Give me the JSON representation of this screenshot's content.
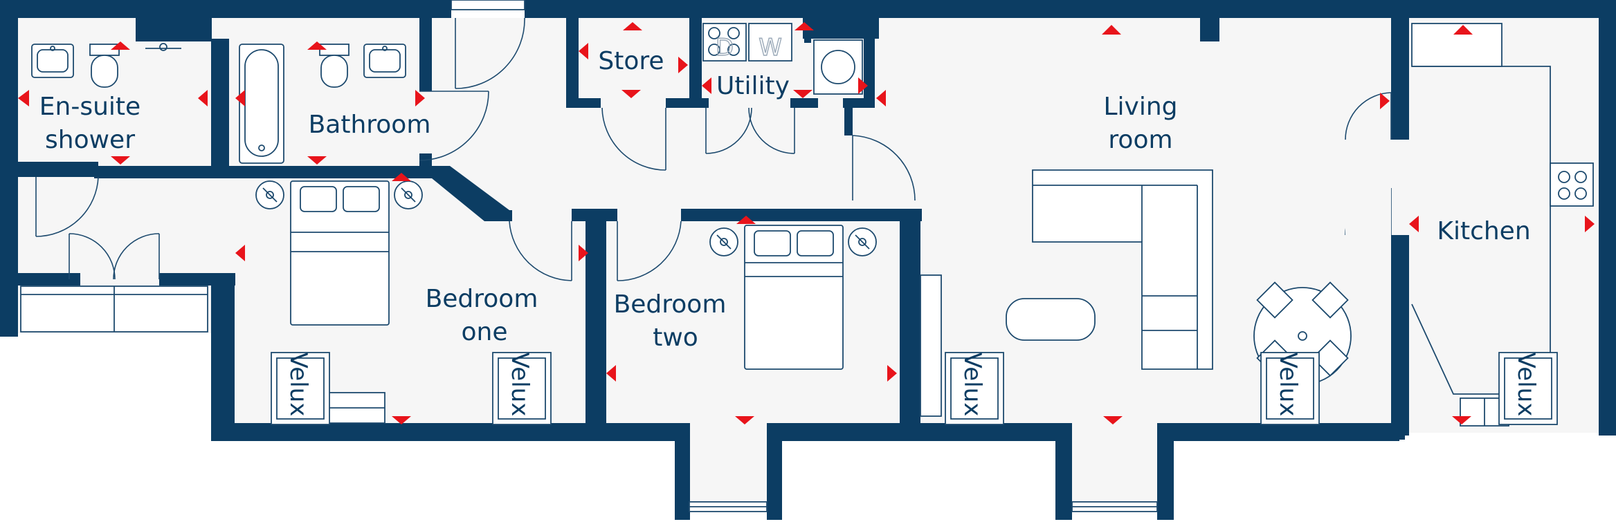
{
  "colors": {
    "wall": "#0c3d63",
    "floor": "#f6f6f6",
    "fixture_line": "#1d4a6e",
    "marker": "#e8141b"
  },
  "rooms": {
    "ensuite": {
      "line1": "En-suite",
      "line2": "shower"
    },
    "bathroom": {
      "label": "Bathroom"
    },
    "store": {
      "label": "Store"
    },
    "utility": {
      "label": "Utility"
    },
    "living": {
      "line1": "Living",
      "line2": "room"
    },
    "kitchen": {
      "label": "Kitchen"
    },
    "bedroom_one": {
      "line1": "Bedroom",
      "line2": "one"
    },
    "bedroom_two": {
      "line1": "Bedroom",
      "line2": "two"
    }
  },
  "velux_label": "Velux",
  "appliances": {
    "dishwasher": "D",
    "washer": "W"
  },
  "icons": {
    "marker": "red-triangle-marker-icon",
    "velux": "roof-window-icon",
    "lamp": "bedside-lamp-icon",
    "hob": "hob-icon",
    "sink": "sink-icon",
    "toilet": "toilet-icon",
    "bath": "bath-icon",
    "bed": "double-bed-icon",
    "sofa": "corner-sofa-icon",
    "table": "dining-table-icon",
    "rug": "rug-icon"
  }
}
